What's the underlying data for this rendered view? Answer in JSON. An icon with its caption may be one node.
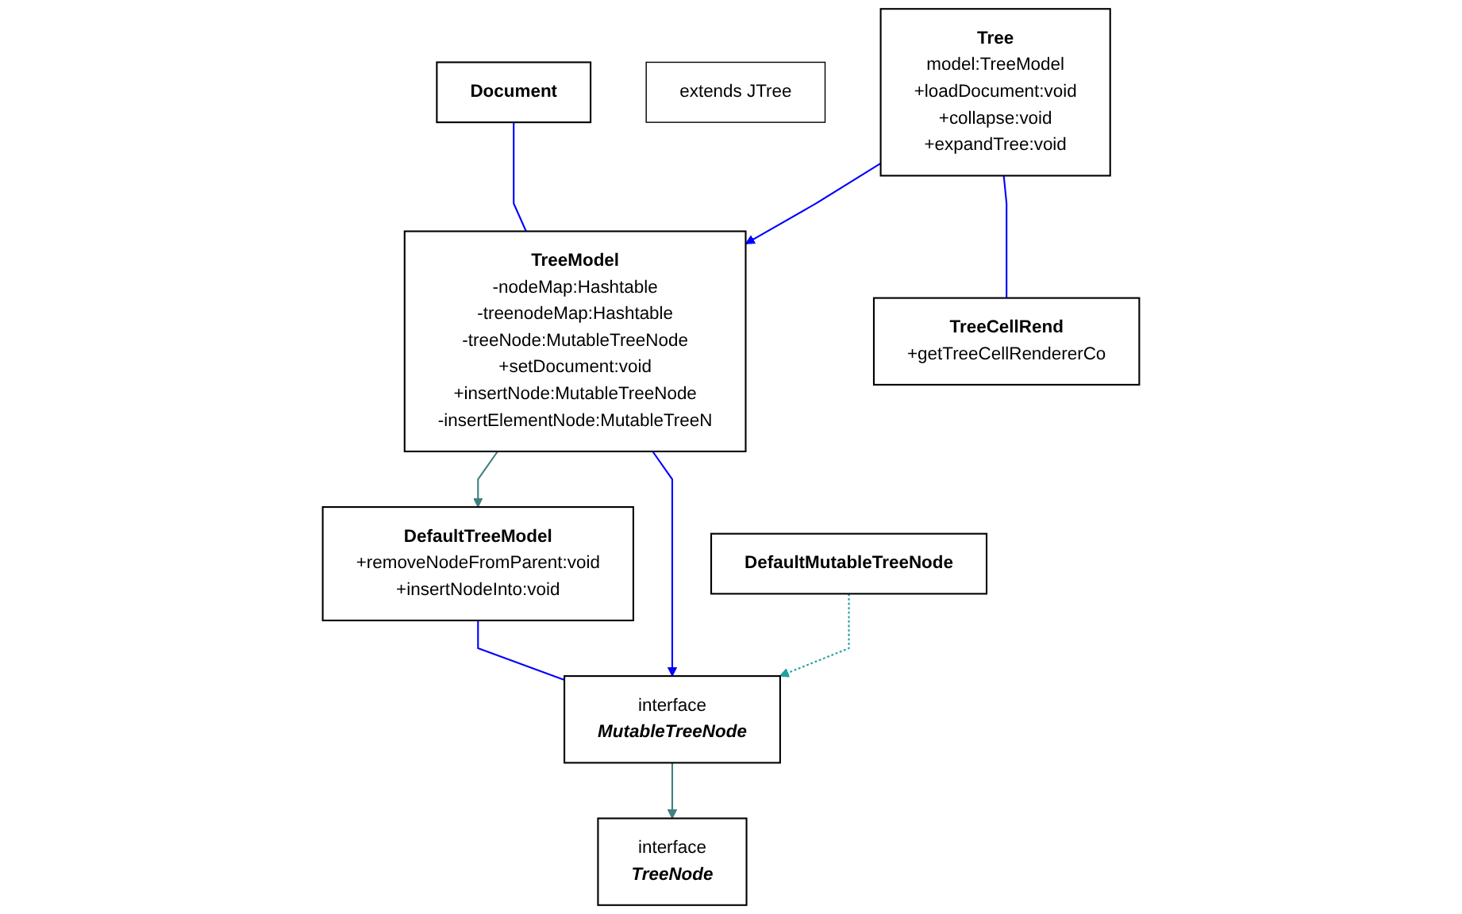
{
  "diagram": {
    "nodes": [
      {
        "text": [
          "Document"
        ]
      },
      {
        "text": [
          "DefaultTreeModel",
          "+removeNodeFromParent:void",
          "+insertNodeInto:void"
        ]
      },
      {
        "text": [
          "interface",
          "MutableTreeNode"
        ]
      },
      {
        "text": [
          "extends JTree"
        ]
      },
      {
        "text": [
          "Tree",
          "model:TreeModel",
          "+loadDocument:void",
          "+collapse:void",
          "+expandTree:void"
        ]
      },
      {
        "text": [
          "TreeModel",
          "-nodeMap:Hashtable",
          "-treenodeMap:Hashtable",
          "-treeNode:MutableTreeNode",
          "+setDocument:void",
          "+insertNode:MutableTreeNode",
          "-insertElementNode:MutableTreeN"
        ]
      },
      {
        "text": [
          "interface",
          "TreeNode"
        ]
      },
      {
        "text": [
          "DefaultMutableTreeNode"
        ]
      },
      {
        "text": [
          "TreeCellRend",
          "+getTreeCellRendererCo"
        ]
      }
    ],
    "edges": [
      {
        "from": 0,
        "to": 5,
        "arrow": "none"
      },
      {
        "from": 1,
        "to": 2,
        "arrow": "none"
      },
      {
        "from": 5,
        "to": 1,
        "arrow": "to",
        "color": "#408080"
      },
      {
        "from": 5,
        "to": 2,
        "arrow": "to"
      },
      {
        "from": 2,
        "to": 6,
        "arrow": "to",
        "color": "#408080"
      },
      {
        "from": 7,
        "to": 2,
        "arrow": "to",
        "style": "dashed",
        "color": "#20a0a0"
      },
      {
        "from": 4,
        "to": 5,
        "arrow": "to"
      },
      {
        "from": 4,
        "to": 8,
        "arrow": "none"
      }
    ]
  }
}
